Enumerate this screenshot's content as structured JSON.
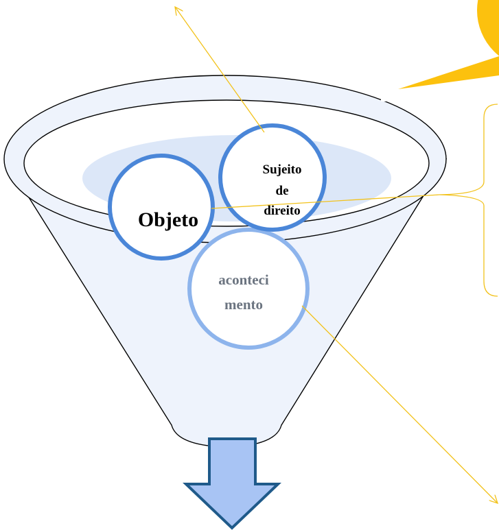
{
  "diagram": {
    "labels": {
      "objeto": "Objeto",
      "sujeito_line1": "Sujeito",
      "sujeito_line2": "de",
      "sujeito_line3": "direito",
      "acontecimento_line1": "aconteci",
      "acontecimento_line2": "mento"
    },
    "colors": {
      "funnel_fill": "#eef3fc",
      "funnel_outline": "#000000",
      "inner_shadow": "#dce7f8",
      "circle_dark": "#4a86d8",
      "circle_light": "#8db4ec",
      "arrow_fill": "#a8c4f4",
      "arrow_stroke": "#1f5a8a",
      "connector": "#f2c21b",
      "sun": "#fcc10e",
      "acontecimento_text": "#6b7480"
    }
  }
}
